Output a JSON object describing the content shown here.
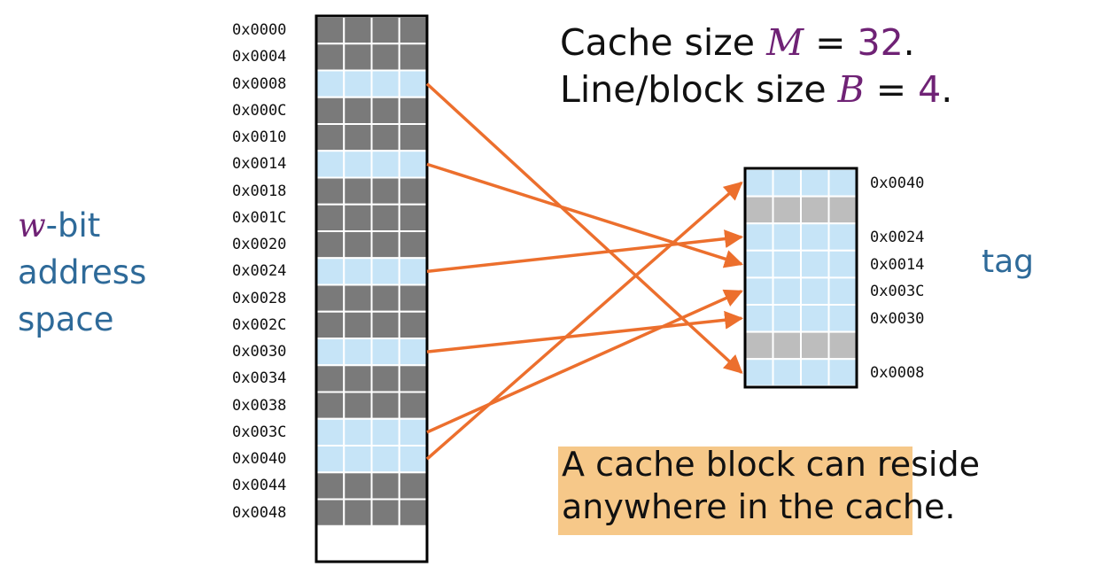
{
  "memory": {
    "addresses": [
      "0x0000",
      "0x0004",
      "0x0008",
      "0x000C",
      "0x0010",
      "0x0014",
      "0x0018",
      "0x001C",
      "0x0020",
      "0x0024",
      "0x0028",
      "0x002C",
      "0x0030",
      "0x0034",
      "0x0038",
      "0x003C",
      "0x0040",
      "0x0044",
      "0x0048"
    ],
    "highlighted_rows": [
      2,
      5,
      9,
      12,
      15,
      16
    ]
  },
  "cache": {
    "lines": [
      {
        "filled": true,
        "label": "0x0040"
      },
      {
        "filled": false,
        "label": ""
      },
      {
        "filled": true,
        "label": "0x0024"
      },
      {
        "filled": true,
        "label": "0x0014"
      },
      {
        "filled": true,
        "label": "0x003C"
      },
      {
        "filled": true,
        "label": "0x0030"
      },
      {
        "filled": false,
        "label": ""
      },
      {
        "filled": true,
        "label": "0x0008"
      }
    ]
  },
  "mappings": [
    {
      "mem_row": 2,
      "cache_line": 7
    },
    {
      "mem_row": 5,
      "cache_line": 3
    },
    {
      "mem_row": 9,
      "cache_line": 2
    },
    {
      "mem_row": 12,
      "cache_line": 5
    },
    {
      "mem_row": 15,
      "cache_line": 4
    },
    {
      "mem_row": 16,
      "cache_line": 0
    }
  ],
  "labels": {
    "addr_space_w": "w",
    "addr_space_line1": "-bit",
    "addr_space_line2": "address",
    "addr_space_line3": "space",
    "tag": "tag",
    "cache_size_prefix": "Cache size ",
    "cache_size_symbol": "M",
    "cache_size_eq": " = ",
    "cache_size_value": "32",
    "cache_size_suffix": ".",
    "line_size_prefix": "Line/block size ",
    "line_size_symbol": "B",
    "line_size_eq": " = ",
    "line_size_value": "4",
    "line_size_suffix": ".",
    "note_line1": "A cache block can reside",
    "note_line2": "anywhere in the cache."
  },
  "colors": {
    "dark_cell": "#7a7a7a",
    "light_cell": "#c6e4f7",
    "gray_cell": "#bdbdbd",
    "arrow": "#ec6f2d",
    "note_bg": "#f6c889"
  }
}
